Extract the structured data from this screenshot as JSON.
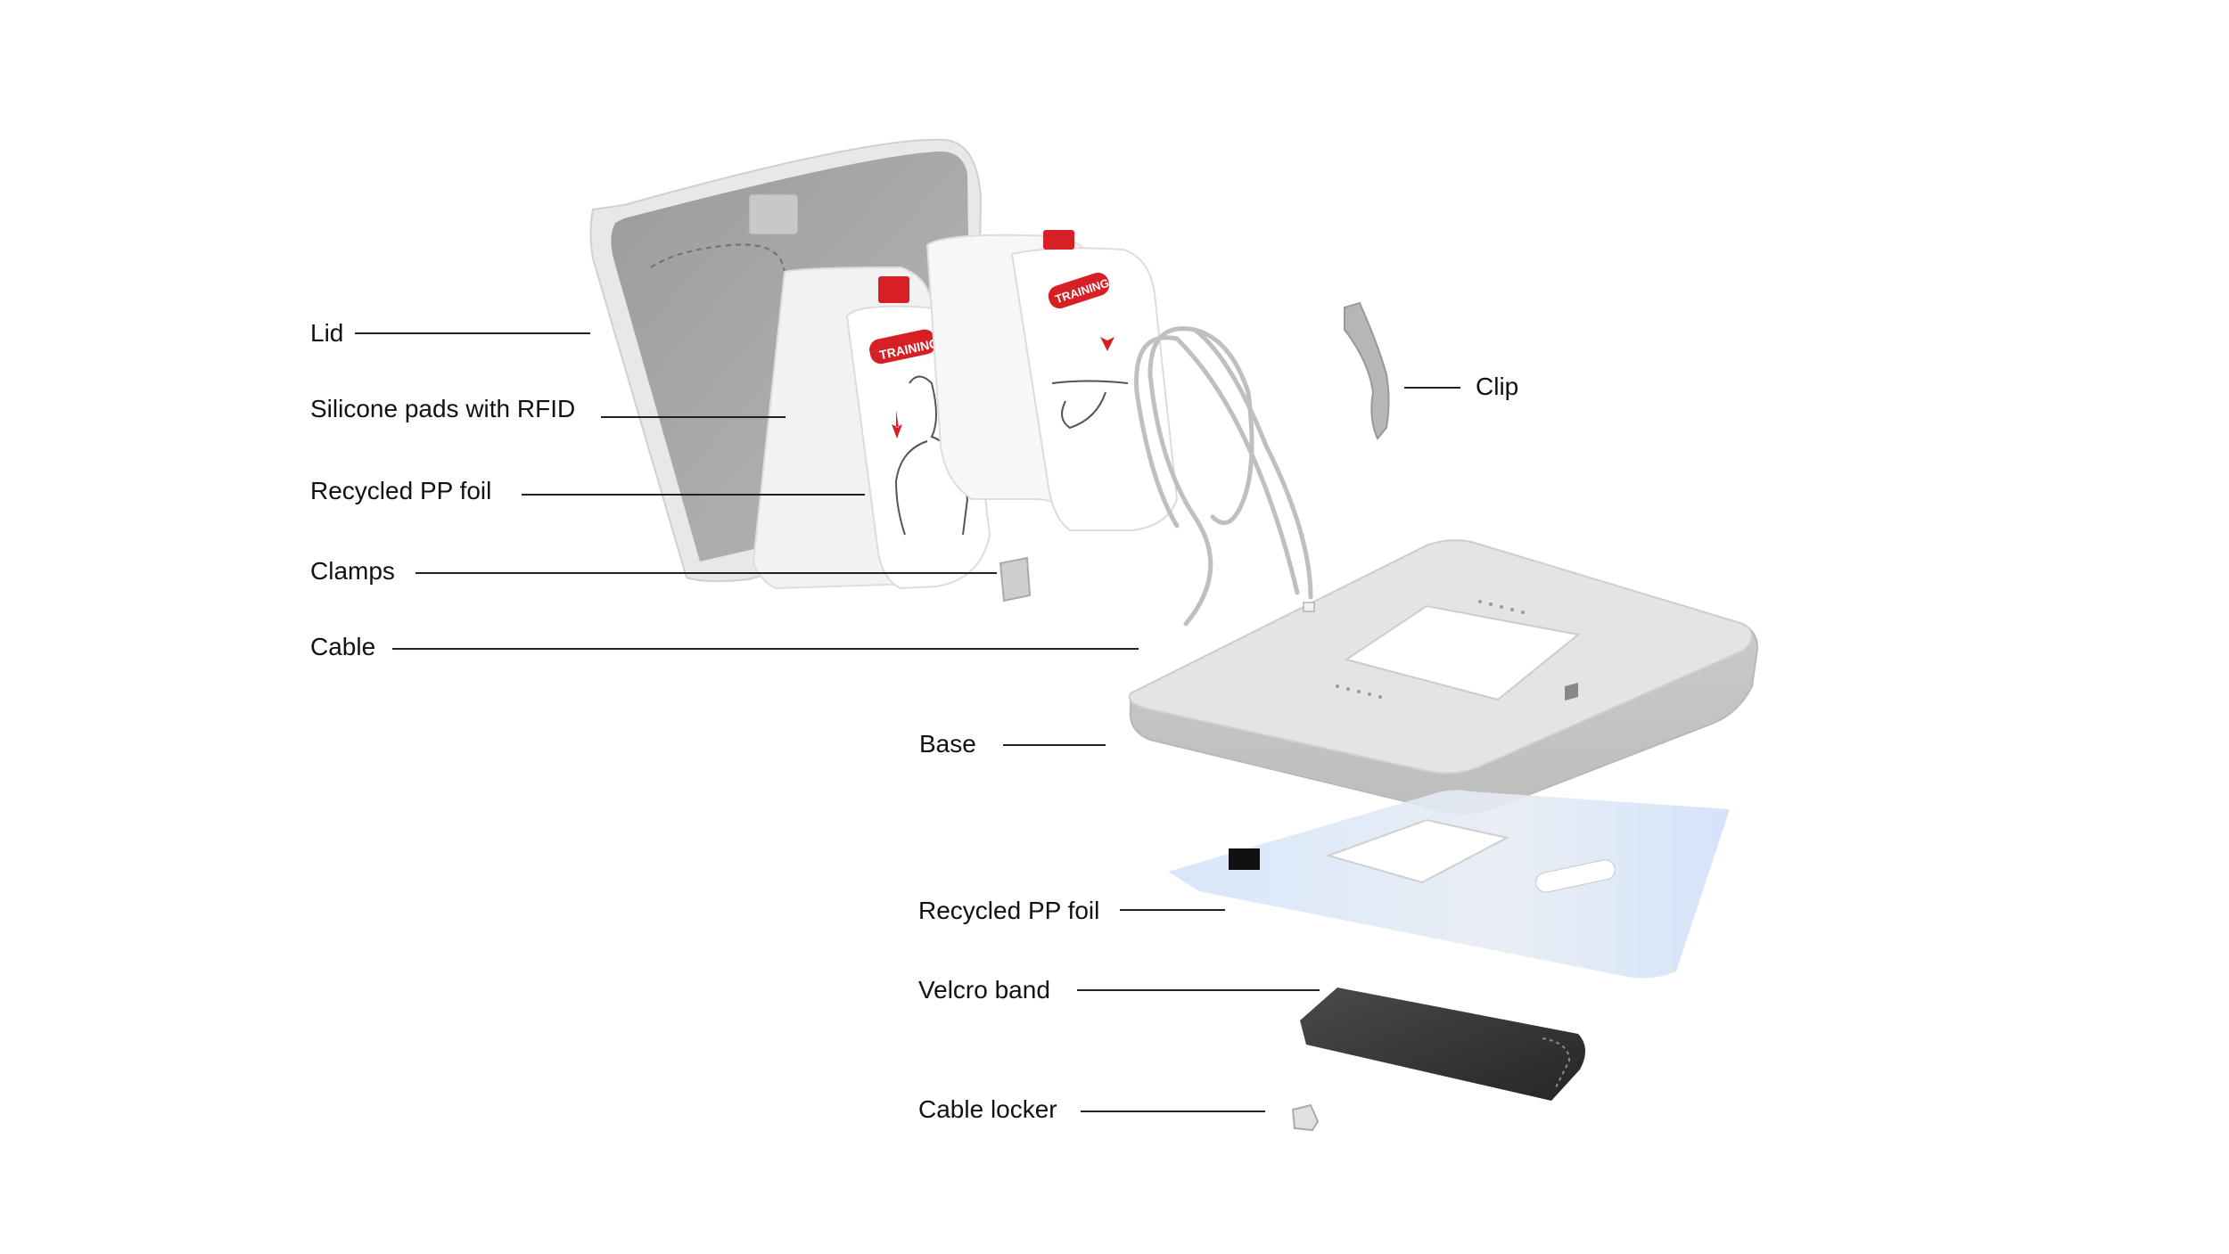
{
  "labels": {
    "lid": "Lid",
    "silicone_pads": "Silicone pads with RFID",
    "pp_foil_top": "Recycled PP foil",
    "clamps": "Clamps",
    "cable": "Cable",
    "clip": "Clip",
    "base": "Base",
    "pp_foil_bottom": "Recycled PP foil",
    "velcro": "Velcro band",
    "cable_locker": "Cable locker"
  },
  "pad_texts": {
    "training_left": "TRAINING",
    "training_right": "TRAINING"
  },
  "colors": {
    "accent_red": "#d71f26",
    "housing_grey": "#d9d9d9",
    "foil_blue": "#dbe9fb",
    "velcro_dark": "#3b3b3b"
  }
}
